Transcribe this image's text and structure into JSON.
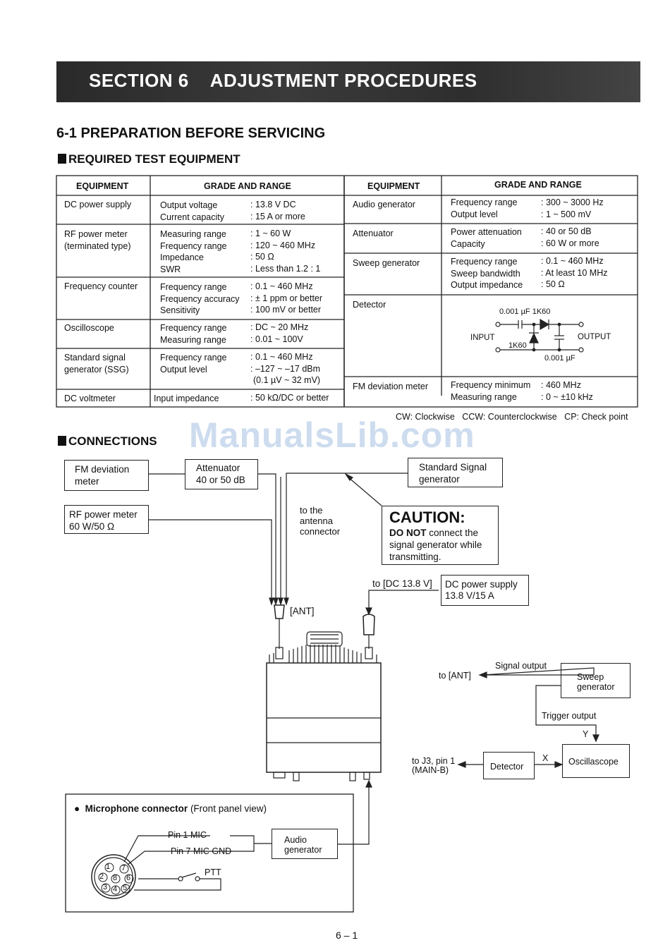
{
  "banner": {
    "section": "SECTION 6",
    "title": "ADJUSTMENT PROCEDURES"
  },
  "heading": "6-1 PREPARATION BEFORE SERVICING",
  "subheading_equipment": "REQUIRED TEST EQUIPMENT",
  "subheading_connections": "CONNECTIONS",
  "table": {
    "col_equipment": "EQUIPMENT",
    "col_grade": "GRADE AND RANGE",
    "left_rows": [
      {
        "equipment": [
          "DC power supply"
        ],
        "params": [
          "Output voltage",
          "Current capacity"
        ],
        "values": [
          ": 13.8 V DC",
          ": 15 A or more"
        ]
      },
      {
        "equipment": [
          "RF power meter",
          "(terminated type)"
        ],
        "params": [
          "Measuring range",
          "Frequency range",
          "Impedance",
          "SWR"
        ],
        "values": [
          ": 1 ~ 60 W",
          ": 120 ~ 460 MHz",
          ": 50 Ω",
          ": Less than 1.2 : 1"
        ]
      },
      {
        "equipment": [
          "Frequency counter"
        ],
        "params": [
          "Frequency range",
          "Frequency accuracy",
          "Sensitivity"
        ],
        "values": [
          ": 0.1 ~ 460 MHz",
          ": ± 1 ppm or better",
          ": 100 mV or better"
        ]
      },
      {
        "equipment": [
          "Oscilloscope"
        ],
        "params": [
          "Frequency range",
          "Measuring range"
        ],
        "values": [
          ": DC ~ 20 MHz",
          ": 0.01 ~ 100V"
        ]
      },
      {
        "equipment": [
          "Standard signal",
          "generator (SSG)"
        ],
        "params": [
          "Frequency range",
          "Output level",
          ""
        ],
        "values": [
          ": 0.1 ~ 460 MHz",
          ": –127 ~ –17 dBm",
          "(0.1 µV ~ 32 mV)"
        ]
      },
      {
        "equipment": [
          "DC voltmeter"
        ],
        "params": [
          "Input impedance"
        ],
        "values": [
          ": 50 kΩ/DC or better"
        ]
      }
    ],
    "right_rows": [
      {
        "equipment": [
          "Audio generator"
        ],
        "params": [
          "Frequency range",
          "Output level"
        ],
        "values": [
          ": 300 ~ 3000 Hz",
          ": 1 ~ 500 mV"
        ]
      },
      {
        "equipment": [
          "Attenuator"
        ],
        "params": [
          "Power attenuation",
          "Capacity"
        ],
        "values": [
          ": 40 or 50 dB",
          ": 60 W or more"
        ]
      },
      {
        "equipment": [
          "Sweep generator"
        ],
        "params": [
          "Frequency range",
          "Sweep bandwidth",
          "Output impedance"
        ],
        "values": [
          ": 0.1 ~ 460 MHz",
          ": At least 10 MHz",
          ": 50 Ω"
        ]
      },
      {
        "equipment": [
          "Detector"
        ],
        "params": [],
        "values": []
      },
      {
        "equipment": [
          "FM deviation meter"
        ],
        "params": [
          "Frequency minimum",
          "Measuring range"
        ],
        "values": [
          ": 460 MHz",
          ": 0 ~ ±10 kHz"
        ]
      }
    ],
    "detector_circuit": {
      "cap_top": "0.001  µF 1K60",
      "input": "INPUT",
      "output": "OUTPUT",
      "diode_bottom": "1K60",
      "cap_bottom": "0.001  µF"
    }
  },
  "abbrev_note": "CW: Clockwise   CCW: Counterclockwise   CP: Check point",
  "watermark": "ManualsLib.com",
  "diagram": {
    "fm_deviation_meter": [
      "FM deviation",
      "meter"
    ],
    "attenuator": [
      "Attenuator",
      "40 or 50 dB"
    ],
    "ssg": [
      "Standard Signal",
      "generator"
    ],
    "rf_power_meter": [
      "RF power meter",
      "60 W/50 Ω"
    ],
    "antenna_note": [
      "to the",
      "antenna",
      "connector"
    ],
    "caution_title": "CAUTION:",
    "caution_bold": "DO NOT",
    "caution_text": [
      " connect the",
      "signal generator while",
      "transmitting."
    ],
    "dc_to": "to [DC 13.8 V]",
    "dc_supply": [
      "DC power supply",
      "13.8 V/15 A"
    ],
    "ant_label": "[ANT]",
    "signal_output": "Signal output",
    "to_ant": "to [ANT]",
    "sweep_gen": [
      "Sweep",
      "generator"
    ],
    "trigger_output": "Trigger output",
    "y_label": "Y",
    "x_label": "X",
    "to_j3": [
      "to J3, pin 1",
      "(MAIN-B)"
    ],
    "detector": "Detector",
    "oscilloscope": "Oscillascope",
    "mic_title_bold": "Microphone connector",
    "mic_title_rest": " (Front panel view)",
    "pin1": "Pin 1 MIC",
    "pin7": "Pin 7 MIC GND",
    "ptt": "PTT",
    "audio_gen": [
      "Audio",
      "generator"
    ],
    "pins": [
      "1",
      "7",
      "2",
      "8",
      "6",
      "3",
      "4",
      "5"
    ]
  },
  "page_number": "6 – 1"
}
